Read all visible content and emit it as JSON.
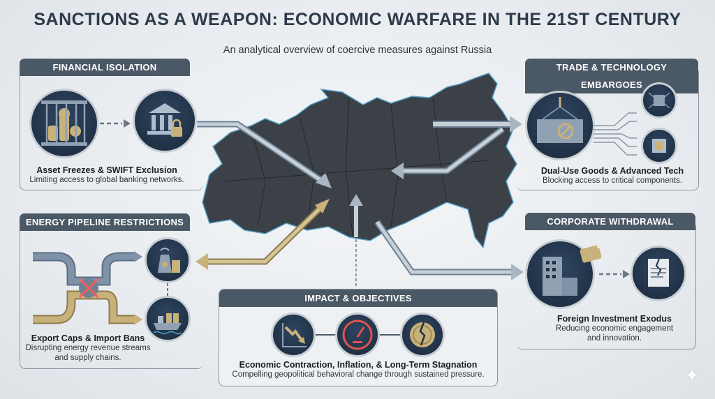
{
  "title": "SANCTIONS AS A WEAPON: ECONOMIC WARFARE IN THE 21ST CENTURY",
  "subtitle": "An analytical overview of coercive measures against Russia",
  "colors": {
    "header_bg": "#4b5866",
    "icon_bg": "#1f3045",
    "gold": "#c9b27a",
    "steel": "#8fa1b3",
    "alert_red": "#e0524f",
    "map": "#2f343b"
  },
  "panels": {
    "financial": {
      "header": "FINANCIAL ISOLATION",
      "caption_title": "Asset Freezes & SWIFT Exclusion",
      "caption_desc": "Limiting access to global banking networks.",
      "icons": [
        "frozen-assets-icon",
        "locked-bank-icon"
      ]
    },
    "energy": {
      "header": "ENERGY PIPELINE RESTRICTIONS",
      "caption_title": "Export Caps & Import Bans",
      "caption_desc": "Disrupting energy revenue streams and supply chains.",
      "icons": [
        "blocked-pipeline-icon",
        "power-plant-icon",
        "oil-tanker-icon"
      ]
    },
    "trade": {
      "header": "TRADE & TECHNOLOGY EMBARGOES",
      "caption_title": "Dual-Use Goods & Advanced Tech",
      "caption_desc": "Blocking access to critical components.",
      "icons": [
        "embargoed-container-icon",
        "circuit-board-icon",
        "microchip-icon"
      ]
    },
    "corporate": {
      "header": "CORPORATE WITHDRAWAL",
      "caption_title": "Foreign Investment Exodus",
      "caption_desc": "Reducing economic engagement and innovation.",
      "icons": [
        "office-building-flying-briefcase-icon",
        "torn-contract-icon"
      ]
    },
    "impact": {
      "header": "IMPACT & OBJECTIVES",
      "caption_title": "Economic Contraction, Inflation, & Long-Term Stagnation",
      "caption_desc": "Compelling geopolitical behavioral change through sustained pressure.",
      "icons": [
        "declining-chart-icon",
        "speedometer-icon",
        "cracked-coin-icon"
      ]
    }
  }
}
